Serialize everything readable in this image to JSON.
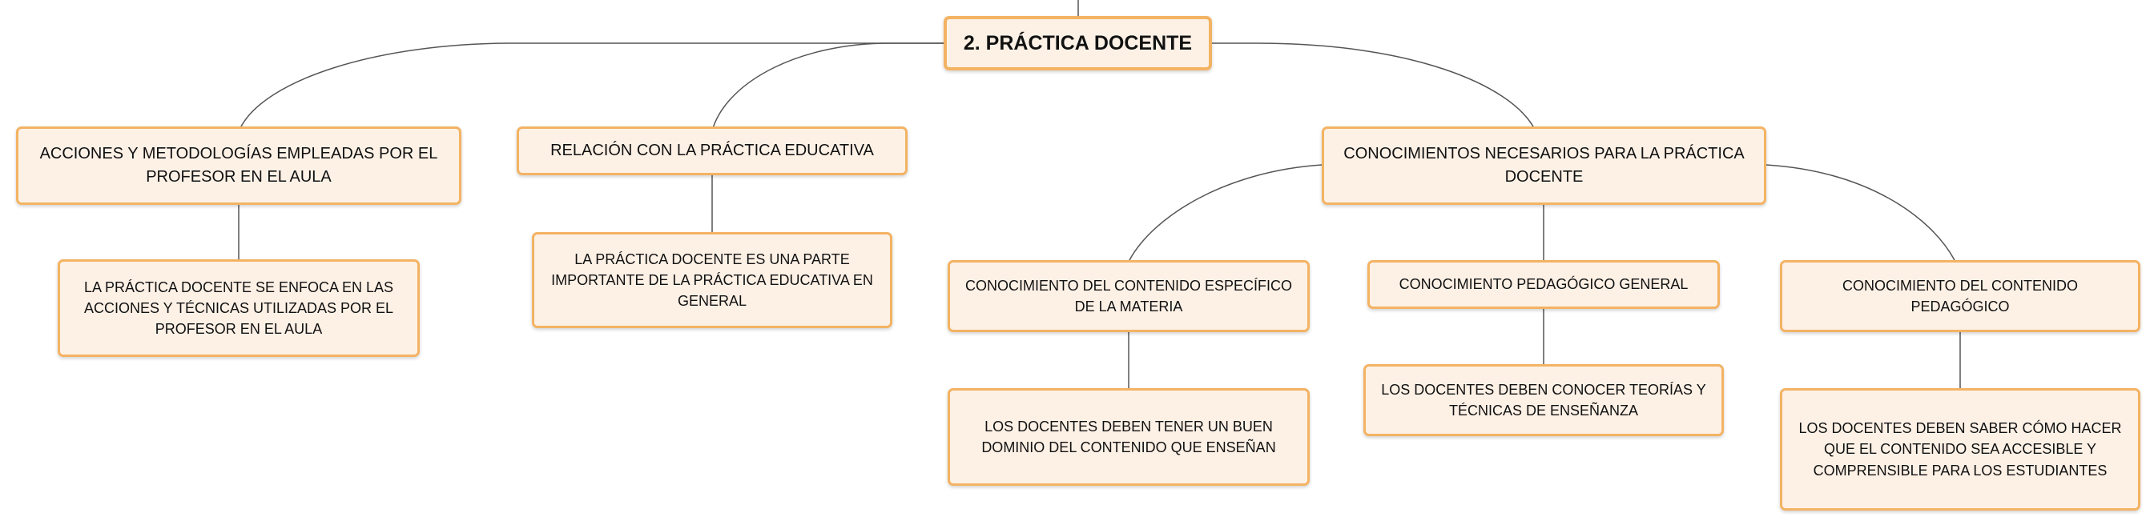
{
  "diagram": {
    "root": {
      "label": "2. PRÁCTICA DOCENTE"
    },
    "branches": [
      {
        "label": "ACCIONES Y METODOLOGÍAS EMPLEADAS POR EL PROFESOR EN EL AULA",
        "child": "LA PRÁCTICA DOCENTE SE ENFOCA EN LAS ACCIONES Y TÉCNICAS UTILIZADAS POR EL PROFESOR EN EL AULA"
      },
      {
        "label": "RELACIÓN CON LA PRÁCTICA EDUCATIVA",
        "child": "LA PRÁCTICA DOCENTE ES UNA PARTE IMPORTANTE DE LA PRÁCTICA EDUCATIVA EN GENERAL"
      },
      {
        "label": "CONOCIMIENTOS NECESARIOS PARA LA PRÁCTICA DOCENTE",
        "subbranches": [
          {
            "label": "CONOCIMIENTO DEL CONTENIDO ESPECÍFICO DE LA MATERIA",
            "child": "LOS DOCENTES DEBEN TENER UN BUEN DOMINIO DEL CONTENIDO QUE ENSEÑAN"
          },
          {
            "label": "CONOCIMIENTO PEDAGÓGICO GENERAL",
            "child": "LOS DOCENTES DEBEN CONOCER TEORÍAS Y TÉCNICAS DE ENSEÑANZA"
          },
          {
            "label": "CONOCIMIENTO DEL CONTENIDO PEDAGÓGICO",
            "child": "LOS DOCENTES DEBEN SABER CÓMO HACER QUE EL CONTENIDO SEA ACCESIBLE Y COMPRENSIBLE PARA LOS ESTUDIANTES"
          }
        ]
      }
    ]
  },
  "colors": {
    "node_fill": "#fdf1e6",
    "node_border": "#f3b363",
    "connector": "#555555"
  }
}
